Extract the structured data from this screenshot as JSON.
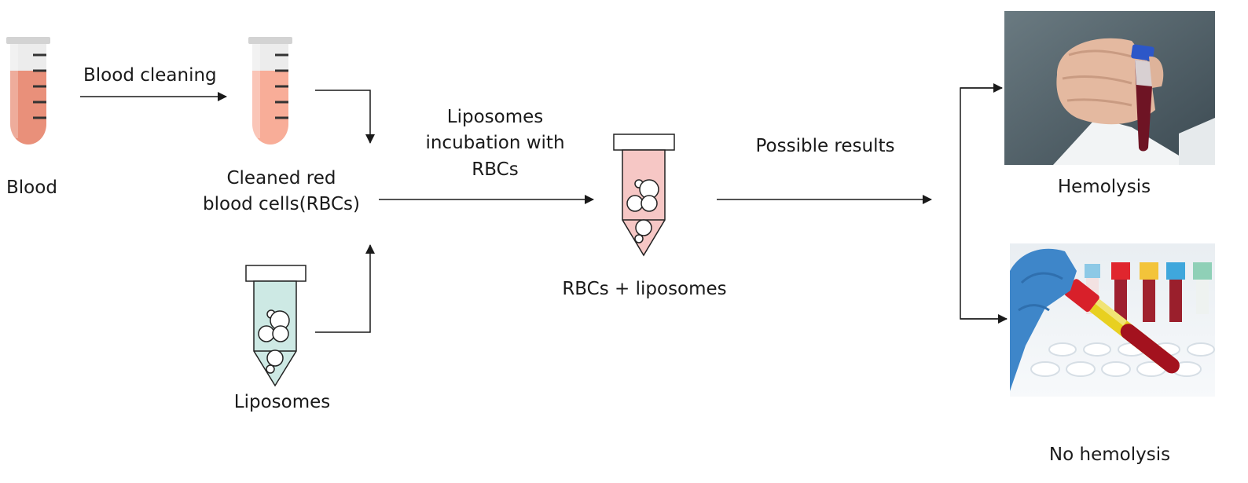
{
  "labels": {
    "blood": "Blood",
    "blood_cleaning": "Blood cleaning",
    "cleaned_rbc_line1": "Cleaned red",
    "cleaned_rbc_line2": "blood cells(RBCs)",
    "liposomes": "Liposomes",
    "incubation_line1": "Liposomes",
    "incubation_line2": "incubation with",
    "incubation_line3": "RBCs",
    "mixture": "RBCs + liposomes",
    "possible_results": "Possible results",
    "hemolysis": "Hemolysis",
    "no_hemolysis": "No hemolysis"
  },
  "colors": {
    "blood": "#e9907a",
    "cleaned_rbc": "#f8ad98",
    "liposome_fluid": "#cde9e4",
    "mixture_fluid": "#f6c7c5",
    "tube_cap": "#d3d3d3",
    "tube_glass": "#ececec",
    "arrow": "#1a1a1a"
  }
}
